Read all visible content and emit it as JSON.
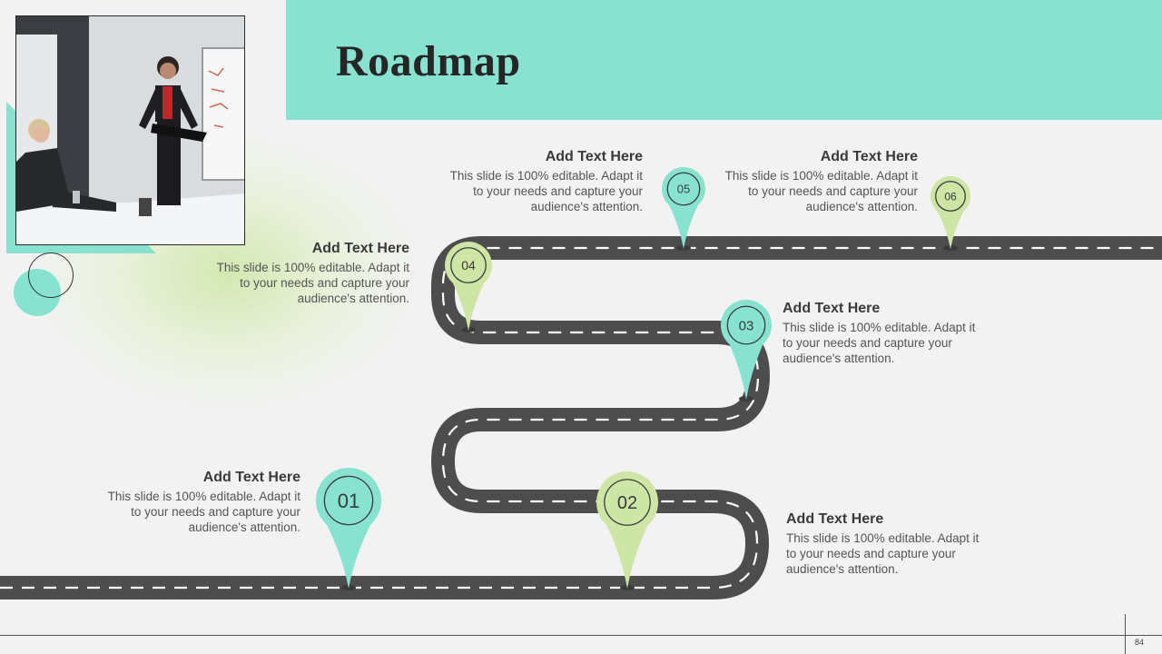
{
  "slide": {
    "title": "Roadmap",
    "page_number": "84",
    "accent_color": "#87e3d0",
    "accent_color_2": "#cde6a5"
  },
  "milestones": [
    {
      "number": "01",
      "heading": "Add Text Here",
      "body": "This slide is 100% editable. Adapt it to your needs and capture your audience's attention.",
      "pin_color": "#87e3d0",
      "align": "right"
    },
    {
      "number": "02",
      "heading": "Add Text Here",
      "body": "This slide is 100% editable. Adapt it to your needs and capture your audience's attention.",
      "pin_color": "#cde6a5",
      "align": "left"
    },
    {
      "number": "03",
      "heading": "Add Text Here",
      "body": "This slide is 100% editable. Adapt it to your needs and capture your audience's attention.",
      "pin_color": "#87e3d0",
      "align": "left"
    },
    {
      "number": "04",
      "heading": "Add Text Here",
      "body": "This slide is 100% editable. Adapt it to your needs and capture your audience's attention.",
      "pin_color": "#cde6a5",
      "align": "right"
    },
    {
      "number": "05",
      "heading": "Add Text Here",
      "body": "This slide is 100% editable. Adapt it to your needs and capture your audience's attention.",
      "pin_color": "#87e3d0",
      "align": "right"
    },
    {
      "number": "06",
      "heading": "Add Text Here",
      "body": "This slide is 100% editable. Adapt it to your needs and capture your audience's attention.",
      "pin_color": "#cde6a5",
      "align": "right"
    }
  ]
}
